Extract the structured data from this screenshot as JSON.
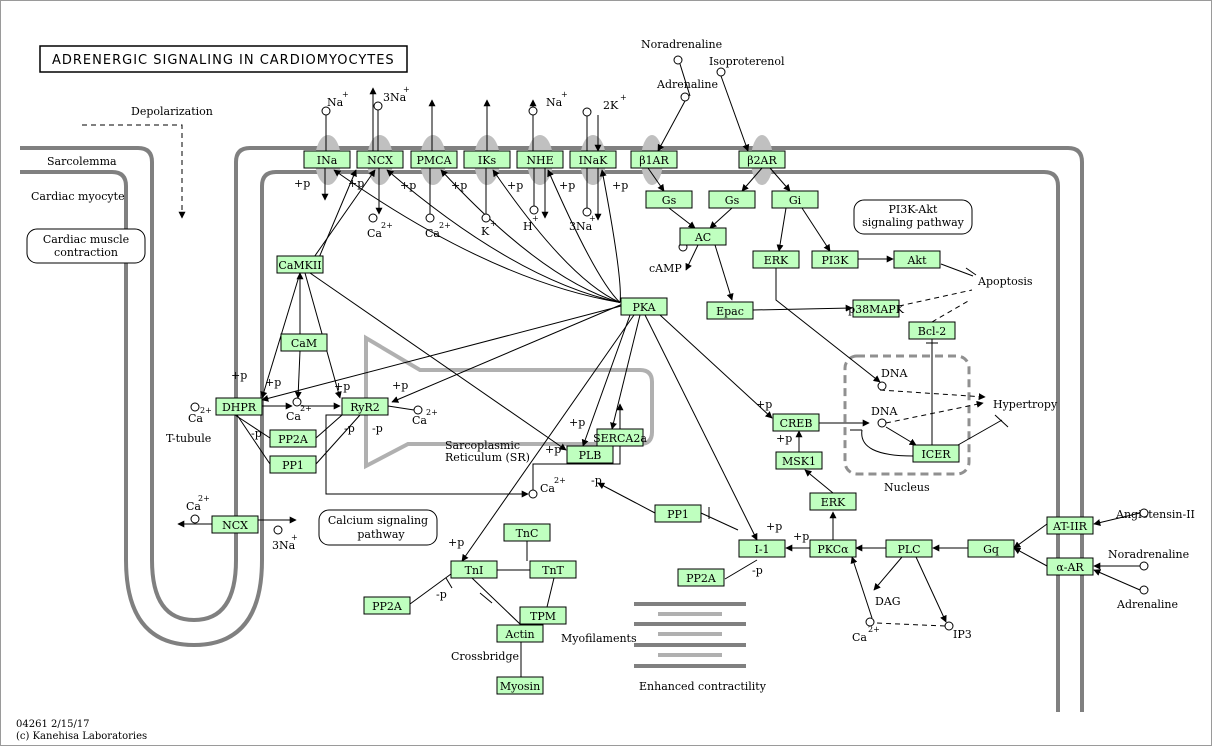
{
  "title": "ADRENERGIC SIGNALING IN CARDIOMYOCYTES",
  "footer": {
    "code": "04261 2/15/17",
    "copyright": "(c) Kanehisa Laboratories"
  },
  "labels": {
    "sarcolemma": "Sarcolemma",
    "cardiac_myocyte": "Cardiac myocyte",
    "depolarization": "Depolarization",
    "t_tubule": "T-tubule",
    "sr": "Sarcoplasmic",
    "sr2": "Reticulum (SR)",
    "nucleus": "Nucleus",
    "crossbridge": "Crossbridge",
    "myofilaments": "Myofilaments",
    "enhanced": "Enhanced contractility",
    "apoptosis": "Apoptosis",
    "hypertropy": "Hypertropy",
    "camp": "cAMP",
    "dag": "DAG",
    "ip3": "IP3",
    "dna1": "DNA",
    "dna2": "DNA",
    "noradrenaline_top": "Noradrenaline",
    "isoproterenol": "Isoproterenol",
    "adrenaline_top": "Adrenaline",
    "angiotensin": "Angiotensin-II",
    "noradrenaline_right": "Noradrenaline",
    "adrenaline_right": "Adrenaline"
  },
  "pathways": {
    "cardiac_muscle": [
      "Cardiac muscle",
      "contraction"
    ],
    "pi3k_akt": [
      "PI3K-Akt",
      "signaling pathway"
    ],
    "calcium": [
      "Calcium signaling",
      "pathway"
    ]
  },
  "ions": {
    "na_top": "Na",
    "na3_top": "3Na",
    "ca_ncx": "Ca",
    "ca_pmca": "Ca",
    "k_iks": "K",
    "h_nhe": "H",
    "na_nhe": "Na",
    "k2_inak": "2K",
    "na3_inak": "3Na",
    "ca_dhpr": "Ca",
    "ca_mid": "Ca",
    "ca_ryr": "Ca",
    "ca_sr": "Ca",
    "ca_ncx2": "Ca",
    "na_ncx2": "3Na",
    "ca_pkc": "Ca"
  },
  "mods": {
    "p": "+p",
    "mp": "-p"
  },
  "genes": {
    "ina": "INa",
    "ncx": "NCX",
    "pmca": "PMCA",
    "iks": "IKs",
    "nhe": "NHE",
    "inak": "INaK",
    "b1ar": "β1AR",
    "b2ar": "β2AR",
    "gs1": "Gs",
    "gs2": "Gs",
    "gi": "Gi",
    "ac": "AC",
    "erk1": "ERK",
    "pi3k": "PI3K",
    "akt": "Akt",
    "epac": "Epac",
    "p38": "p38MAPK",
    "bcl2": "Bcl-2",
    "pka": "PKA",
    "camk": "CaMKII",
    "cam": "CaM",
    "dhpr": "DHPR",
    "ryr2": "RyR2",
    "pp2a1": "PP2A",
    "pp1a": "PP1",
    "serca": "SERCA2a",
    "plb": "PLB",
    "creb": "CREB",
    "msk1": "MSK1",
    "erk2": "ERK",
    "icer": "ICER",
    "ncx2": "NCX",
    "pp1b": "PP1",
    "i1": "I-1",
    "pp2a2": "PP2A",
    "pkca": "PKCα",
    "plc": "PLC",
    "gq": "Gq",
    "at1r": "AT-IIR",
    "aar": "α-AR",
    "tnc": "TnC",
    "tni": "TnI",
    "tnt": "TnT",
    "tpm": "TPM",
    "actin": "Actin",
    "myosin": "Myosin",
    "pp2a3": "PP2A"
  }
}
